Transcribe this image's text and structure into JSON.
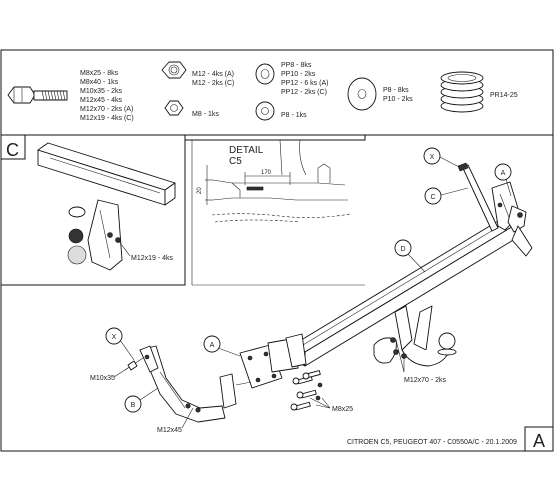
{
  "hardware": {
    "bolts": [
      "M8x25 - 8ks",
      "M8x40 - 1ks",
      "M10x35 - 2ks",
      "M12x45 - 4ks",
      "M12x70 - 2ks (A)",
      "M12x19 - 4ks (C)"
    ],
    "nuts_a": [
      "M12 - 4ks (A)",
      "M12 - 2ks (C)"
    ],
    "nuts_b": [
      "M8 - 1ks"
    ],
    "washers_a": [
      "PP8 - 8ks",
      "PP10 - 2ks",
      "PP12 - 6 ks (A)",
      "PP12 - 2ks (C)"
    ],
    "washers_b": [
      "P8 - 1ks"
    ],
    "washers_c": [
      "P8 - 8ks",
      "P10 - 2ks"
    ],
    "spring": "PR14-25"
  },
  "detail": {
    "box_letter": "C",
    "title": "DETAIL",
    "subtitle": "C5",
    "dim_20": "20",
    "dim_170": "170",
    "bolt_label": "M12x19 - 4ks"
  },
  "callouts": {
    "x_top": "X",
    "c_top": "C",
    "a_top": "A",
    "d_mid": "D",
    "x_left": "X",
    "a_left": "A",
    "b_left": "B"
  },
  "labels": {
    "m10x35": "M10x35",
    "m12x45": "M12x45",
    "m8x25": "M8x25",
    "m12x70": "M12x70 - 2ks"
  },
  "footer": {
    "caption": "CITROEN C5, PEUGEOT 407 - C0550A/C - 20.1.2009",
    "sheet_letter": "A"
  }
}
